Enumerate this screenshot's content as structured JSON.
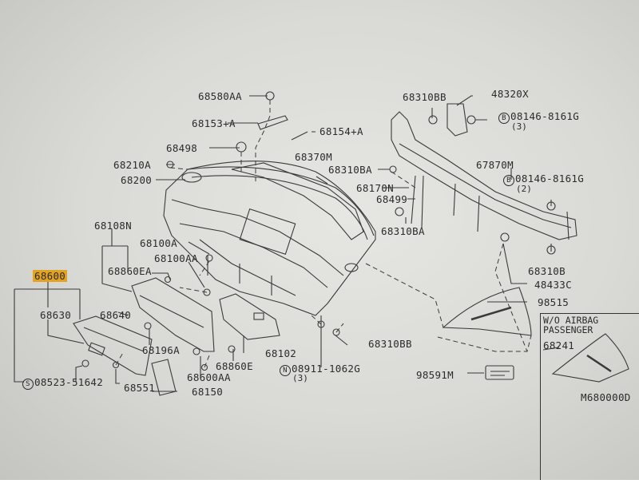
{
  "diagram": {
    "type": "exploded-parts-diagram",
    "subject": "Instrument panel assembly",
    "highlighted_part": "68600",
    "highlight_color": "#e3a320",
    "figure_code": "M680000D",
    "inset": {
      "title_line1": "W/O AIRBAG",
      "title_line2": "PASSENGER",
      "parts": [
        "68241"
      ]
    },
    "callouts": [
      {
        "id": "68580AA",
        "text": "68580AA"
      },
      {
        "id": "68153A",
        "text": "68153+A"
      },
      {
        "id": "68154A",
        "text": "68154+A"
      },
      {
        "id": "68498",
        "text": "68498"
      },
      {
        "id": "68210A",
        "text": "68210A"
      },
      {
        "id": "68200",
        "text": "68200"
      },
      {
        "id": "68370M",
        "text": "68370M"
      },
      {
        "id": "68310BA-1",
        "text": "68310BA"
      },
      {
        "id": "68170N",
        "text": "68170N"
      },
      {
        "id": "68499",
        "text": "68499"
      },
      {
        "id": "68310BA-2",
        "text": "68310BA"
      },
      {
        "id": "68310BB-1",
        "text": "68310BB"
      },
      {
        "id": "48320X",
        "text": "48320X"
      },
      {
        "id": "bolt-3",
        "prefix": "B",
        "text": "08146-8161G",
        "qty": "(3)"
      },
      {
        "id": "67870M",
        "text": "67870M"
      },
      {
        "id": "bolt-2",
        "prefix": "B",
        "text": "08146-8161G",
        "qty": "(2)"
      },
      {
        "id": "68310B",
        "text": "68310B"
      },
      {
        "id": "48433C",
        "text": "48433C"
      },
      {
        "id": "98515",
        "text": "98515"
      },
      {
        "id": "68108N",
        "text": "68108N"
      },
      {
        "id": "68100A",
        "text": "68100A"
      },
      {
        "id": "68100AA",
        "text": "68100AA"
      },
      {
        "id": "68860EA",
        "text": "68860EA"
      },
      {
        "id": "68600",
        "text": "68600"
      },
      {
        "id": "68630",
        "text": "68630"
      },
      {
        "id": "68640",
        "text": "68640"
      },
      {
        "id": "68196A",
        "text": "68196A"
      },
      {
        "id": "screw-s",
        "prefix": "S",
        "text": "08523-51642"
      },
      {
        "id": "68551",
        "text": "68551"
      },
      {
        "id": "68600AA",
        "text": "68600AA"
      },
      {
        "id": "68150",
        "text": "68150"
      },
      {
        "id": "68860E",
        "text": "68860E"
      },
      {
        "id": "68102",
        "text": "68102"
      },
      {
        "id": "nut-n",
        "prefix": "N",
        "text": "08911-1062G",
        "qty": "(3)"
      },
      {
        "id": "68310BB-2",
        "text": "68310BB"
      },
      {
        "id": "98591M",
        "text": "98591M"
      }
    ]
  }
}
